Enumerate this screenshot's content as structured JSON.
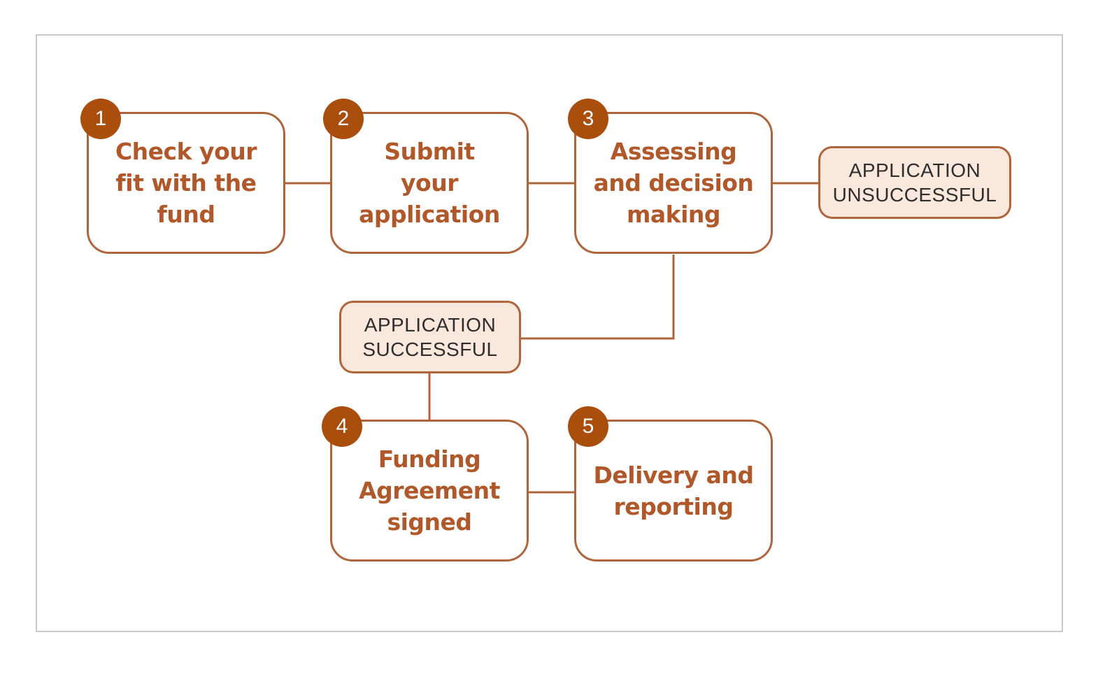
{
  "colors": {
    "border": "#b0643a",
    "step_text": "#b0582a",
    "badge_fill": "#a94e0c",
    "outcome_fill": "#fbe8dc",
    "frame": "#c9c9c9"
  },
  "steps": [
    {
      "number": "1",
      "label": "Check your fit with the fund"
    },
    {
      "number": "2",
      "label": "Submit your application"
    },
    {
      "number": "3",
      "label": "Assessing and decision making"
    },
    {
      "number": "4",
      "label": "Funding Agreement signed"
    },
    {
      "number": "5",
      "label": "Delivery and reporting"
    }
  ],
  "outcomes": {
    "unsuccessful": "APPLICATION\nUNSUCCESSFUL",
    "successful": "APPLICATION\nSUCCESSFUL"
  }
}
